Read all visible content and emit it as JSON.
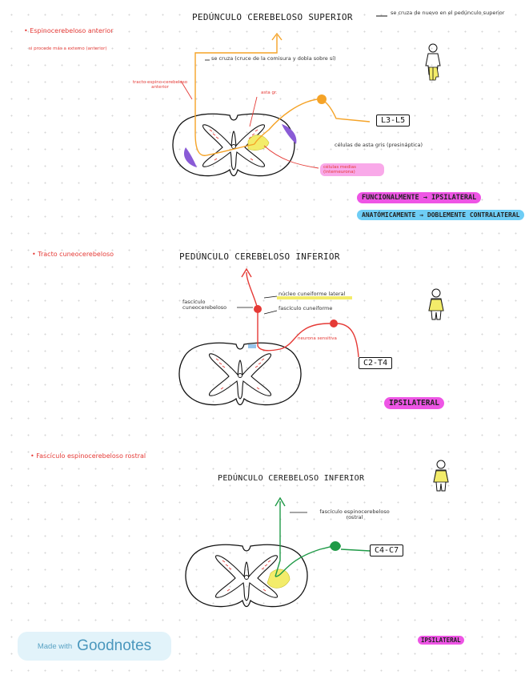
{
  "section1": {
    "heading": "Espinocerebeloso anterior",
    "subheading": "si procede más a externo (anterior)",
    "title": "PEDÚNCULO CEREBELOSO SUPERIOR",
    "title_note": "se cruza de nuevo en el pedúnculo superior",
    "mid_note": "se cruza (cruce de la comisura y dobla sobre sí)",
    "tract_label": "tracto espino-cerebeloso anterior",
    "small_label": "asta gr.",
    "cell_label": "células de asta gris (presináptica)",
    "interneuron_label": "células medias (interneurona)",
    "segment": "L3-L5",
    "func_label": "FUNCIONALMENTE → IPSILATERAL",
    "anat_label": "ANATÓMICAMENTE → DOBLEMENTE CONTRALATERAL"
  },
  "section2": {
    "heading": "Tracto cuneocerebeloso",
    "title": "PEDÚNCULO CEREBELOSO INFERIOR",
    "left_label": "fascículo cuneocerebeloso",
    "label_a": "núcleo cuneiforme lateral",
    "label_b": "fascículo cuneiforme",
    "label_c": "neurona sensitiva",
    "segment": "C2-T4",
    "lat_label": "IPSILATERAL"
  },
  "section3": {
    "heading": "Fascículo espinocerebeloso rostral",
    "title": "PEDÚNCULO CEREBELOSO INFERIOR",
    "note": "fascículo espinocerebeloso rostral",
    "segment": "C4-C7",
    "lat_label": "IPSILATERAL"
  },
  "branding": {
    "made_with": "Made with",
    "brand": "Goodnotes"
  },
  "colors": {
    "orange": "#f5a327",
    "red": "#e53a36",
    "green": "#1f9a47",
    "yellow": "#f3ec6a",
    "purple": "#8a5bd6",
    "magenta": "#ee55e5",
    "blue": "#6ecdf5"
  }
}
